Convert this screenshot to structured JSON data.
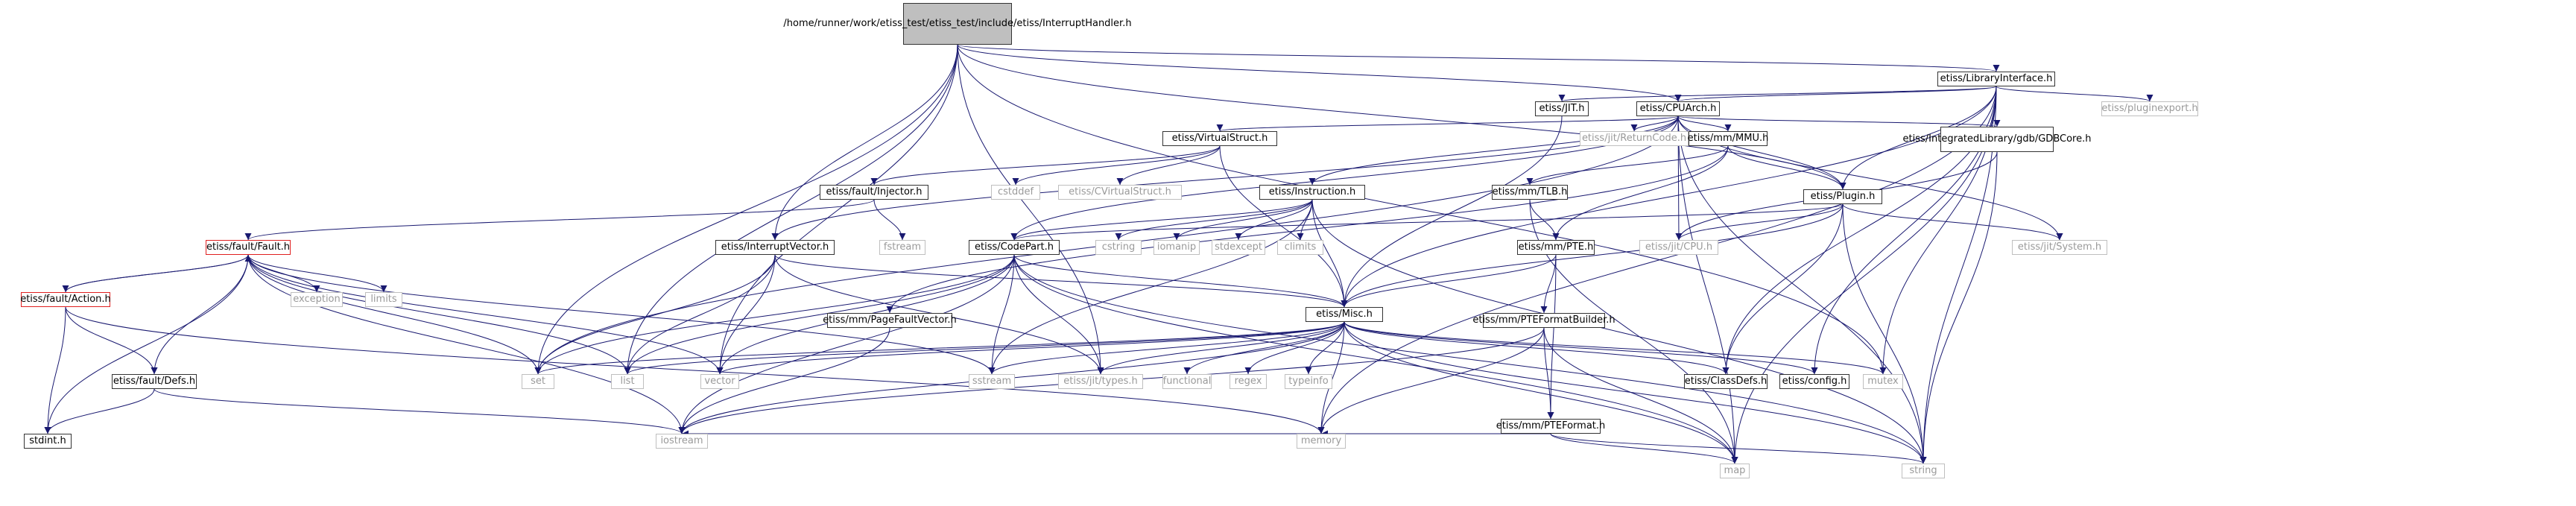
{
  "graph": {
    "edge_color": "#191970",
    "root_fill": "#bfbfbf",
    "red_border": "#e02020",
    "nodes": [
      {
        "id": "root",
        "lines": [
          "/home/runner/work/etiss",
          "_test/etiss_test/include",
          "/etiss/InterruptHandler.h"
        ]
      },
      {
        "id": "libif",
        "lines": [
          "etiss/LibraryInterface.h"
        ]
      },
      {
        "id": "pluginexport",
        "lines": [
          "etiss/pluginexport.h"
        ]
      },
      {
        "id": "jit",
        "lines": [
          "etiss/JIT.h"
        ]
      },
      {
        "id": "cpuarch",
        "lines": [
          "etiss/CPUArch.h"
        ]
      },
      {
        "id": "virtualstruct",
        "lines": [
          "etiss/VirtualStruct.h"
        ]
      },
      {
        "id": "returncode",
        "lines": [
          "etiss/jit/ReturnCode.h"
        ]
      },
      {
        "id": "mmu",
        "lines": [
          "etiss/mm/MMU.h"
        ]
      },
      {
        "id": "gdbcore",
        "lines": [
          "etiss/IntegratedLibrary",
          "/gdb/GDBCore.h"
        ]
      },
      {
        "id": "injector",
        "lines": [
          "etiss/fault/Injector.h"
        ]
      },
      {
        "id": "cstddef",
        "lines": [
          "cstddef"
        ]
      },
      {
        "id": "cvstruct",
        "lines": [
          "etiss/CVirtualStruct.h"
        ]
      },
      {
        "id": "instruction",
        "lines": [
          "etiss/Instruction.h"
        ]
      },
      {
        "id": "tlb",
        "lines": [
          "etiss/mm/TLB.h"
        ]
      },
      {
        "id": "plugin",
        "lines": [
          "etiss/Plugin.h"
        ]
      },
      {
        "id": "fault",
        "lines": [
          "etiss/fault/Fault.h"
        ]
      },
      {
        "id": "fstream",
        "lines": [
          "fstream"
        ]
      },
      {
        "id": "intvector",
        "lines": [
          "etiss/InterruptVector.h"
        ]
      },
      {
        "id": "codepart",
        "lines": [
          "etiss/CodePart.h"
        ]
      },
      {
        "id": "cstring",
        "lines": [
          "cstring"
        ]
      },
      {
        "id": "iomanip",
        "lines": [
          "iomanip"
        ]
      },
      {
        "id": "stdexcept",
        "lines": [
          "stdexcept"
        ]
      },
      {
        "id": "climits",
        "lines": [
          "climits"
        ]
      },
      {
        "id": "pte",
        "lines": [
          "etiss/mm/PTE.h"
        ]
      },
      {
        "id": "cpu",
        "lines": [
          "etiss/jit/CPU.h"
        ]
      },
      {
        "id": "system",
        "lines": [
          "etiss/jit/System.h"
        ]
      },
      {
        "id": "action",
        "lines": [
          "etiss/fault/Action.h"
        ]
      },
      {
        "id": "exception",
        "lines": [
          "exception"
        ]
      },
      {
        "id": "limits",
        "lines": [
          "limits"
        ]
      },
      {
        "id": "pagefault",
        "lines": [
          "etiss/mm/PageFaultVector.h"
        ]
      },
      {
        "id": "misc",
        "lines": [
          "etiss/Misc.h"
        ]
      },
      {
        "id": "pteformatbuilder",
        "lines": [
          "etiss/mm/PTEFormatBuilder.h"
        ]
      },
      {
        "id": "defs",
        "lines": [
          "etiss/fault/Defs.h"
        ]
      },
      {
        "id": "set",
        "lines": [
          "set"
        ]
      },
      {
        "id": "list",
        "lines": [
          "list"
        ]
      },
      {
        "id": "vector",
        "lines": [
          "vector"
        ]
      },
      {
        "id": "types",
        "lines": [
          "etiss/jit/types.h"
        ]
      },
      {
        "id": "sstream",
        "lines": [
          "sstream"
        ]
      },
      {
        "id": "functional",
        "lines": [
          "functional"
        ]
      },
      {
        "id": "regex",
        "lines": [
          "regex"
        ]
      },
      {
        "id": "typeinfo",
        "lines": [
          "typeinfo"
        ]
      },
      {
        "id": "classdefs",
        "lines": [
          "etiss/ClassDefs.h"
        ]
      },
      {
        "id": "config",
        "lines": [
          "etiss/config.h"
        ]
      },
      {
        "id": "mutex",
        "lines": [
          "mutex"
        ]
      },
      {
        "id": "pteformat",
        "lines": [
          "etiss/mm/PTEFormat.h"
        ]
      },
      {
        "id": "stdint",
        "lines": [
          "stdint.h"
        ]
      },
      {
        "id": "iostream",
        "lines": [
          "iostream"
        ]
      },
      {
        "id": "memory",
        "lines": [
          "memory"
        ]
      },
      {
        "id": "map",
        "lines": [
          "map"
        ]
      },
      {
        "id": "string",
        "lines": [
          "string"
        ]
      }
    ],
    "edges": [
      [
        "root",
        "libif"
      ],
      [
        "root",
        "cpuarch"
      ],
      [
        "root",
        "plugin"
      ],
      [
        "root",
        "intvector"
      ],
      [
        "root",
        "types"
      ],
      [
        "root",
        "set"
      ],
      [
        "root",
        "list"
      ],
      [
        "root",
        "vector"
      ],
      [
        "root",
        "mutex"
      ],
      [
        "libif",
        "pluginexport"
      ],
      [
        "libif",
        "jit"
      ],
      [
        "libif",
        "cpuarch"
      ],
      [
        "libif",
        "plugin"
      ],
      [
        "libif",
        "misc"
      ],
      [
        "libif",
        "classdefs"
      ],
      [
        "libif",
        "config"
      ],
      [
        "libif",
        "mutex"
      ],
      [
        "libif",
        "map"
      ],
      [
        "libif",
        "string"
      ],
      [
        "libif",
        "memory"
      ],
      [
        "jit",
        "misc"
      ],
      [
        "cpuarch",
        "virtualstruct"
      ],
      [
        "cpuarch",
        "returncode"
      ],
      [
        "cpuarch",
        "mmu"
      ],
      [
        "cpuarch",
        "gdbcore"
      ],
      [
        "cpuarch",
        "instruction"
      ],
      [
        "cpuarch",
        "plugin"
      ],
      [
        "cpuarch",
        "intvector"
      ],
      [
        "cpuarch",
        "codepart"
      ],
      [
        "cpuarch",
        "cpu"
      ],
      [
        "cpuarch",
        "system"
      ],
      [
        "cpuarch",
        "set"
      ],
      [
        "cpuarch",
        "map"
      ],
      [
        "cpuarch",
        "string"
      ],
      [
        "virtualstruct",
        "injector"
      ],
      [
        "virtualstruct",
        "cstddef"
      ],
      [
        "virtualstruct",
        "cvstruct"
      ],
      [
        "virtualstruct",
        "misc"
      ],
      [
        "mmu",
        "tlb"
      ],
      [
        "mmu",
        "pte"
      ],
      [
        "mmu",
        "plugin"
      ],
      [
        "mmu",
        "pagefault"
      ],
      [
        "gdbcore",
        "cpu"
      ],
      [
        "gdbcore",
        "string"
      ],
      [
        "injector",
        "fault"
      ],
      [
        "injector",
        "fstream"
      ],
      [
        "instruction",
        "codepart"
      ],
      [
        "instruction",
        "cstring"
      ],
      [
        "instruction",
        "iomanip"
      ],
      [
        "instruction",
        "stdexcept"
      ],
      [
        "instruction",
        "climits"
      ],
      [
        "instruction",
        "misc"
      ],
      [
        "instruction",
        "sstream"
      ],
      [
        "instruction",
        "string"
      ],
      [
        "tlb",
        "pte"
      ],
      [
        "tlb",
        "map"
      ],
      [
        "plugin",
        "codepart"
      ],
      [
        "plugin",
        "cpu"
      ],
      [
        "plugin",
        "system"
      ],
      [
        "plugin",
        "misc"
      ],
      [
        "plugin",
        "classdefs"
      ],
      [
        "plugin",
        "string"
      ],
      [
        "fault",
        "action"
      ],
      [
        "fault",
        "defs"
      ],
      [
        "fault",
        "exception"
      ],
      [
        "fault",
        "limits"
      ],
      [
        "fault",
        "stdint"
      ],
      [
        "fault",
        "set"
      ],
      [
        "fault",
        "list"
      ],
      [
        "fault",
        "vector"
      ],
      [
        "fault",
        "sstream"
      ],
      [
        "fault",
        "iostream"
      ],
      [
        "intvector",
        "misc"
      ],
      [
        "intvector",
        "set"
      ],
      [
        "intvector",
        "list"
      ],
      [
        "intvector",
        "vector"
      ],
      [
        "intvector",
        "types"
      ],
      [
        "codepart",
        "misc"
      ],
      [
        "codepart",
        "set"
      ],
      [
        "codepart",
        "list"
      ],
      [
        "codepart",
        "vector"
      ],
      [
        "codepart",
        "types"
      ],
      [
        "codepart",
        "sstream"
      ],
      [
        "codepart",
        "iostream"
      ],
      [
        "codepart",
        "string"
      ],
      [
        "codepart",
        "map"
      ],
      [
        "pte",
        "misc"
      ],
      [
        "pte",
        "pteformatbuilder"
      ],
      [
        "pte",
        "pteformat"
      ],
      [
        "action",
        "fault"
      ],
      [
        "action",
        "defs"
      ],
      [
        "action",
        "stdint"
      ],
      [
        "action",
        "memory"
      ],
      [
        "pagefault",
        "iostream"
      ],
      [
        "misc",
        "set"
      ],
      [
        "misc",
        "list"
      ],
      [
        "misc",
        "vector"
      ],
      [
        "misc",
        "types"
      ],
      [
        "misc",
        "sstream"
      ],
      [
        "misc",
        "functional"
      ],
      [
        "misc",
        "regex"
      ],
      [
        "misc",
        "typeinfo"
      ],
      [
        "misc",
        "classdefs"
      ],
      [
        "misc",
        "config"
      ],
      [
        "misc",
        "mutex"
      ],
      [
        "misc",
        "iostream"
      ],
      [
        "misc",
        "memory"
      ],
      [
        "misc",
        "map"
      ],
      [
        "misc",
        "string"
      ],
      [
        "pteformatbuilder",
        "pteformat"
      ],
      [
        "pteformatbuilder",
        "iostream"
      ],
      [
        "pteformatbuilder",
        "memory"
      ],
      [
        "pteformatbuilder",
        "map"
      ],
      [
        "pteformat",
        "iostream"
      ],
      [
        "pteformat",
        "memory"
      ],
      [
        "pteformat",
        "map"
      ],
      [
        "pteformat",
        "string"
      ],
      [
        "defs",
        "stdint"
      ],
      [
        "defs",
        "iostream"
      ]
    ]
  }
}
